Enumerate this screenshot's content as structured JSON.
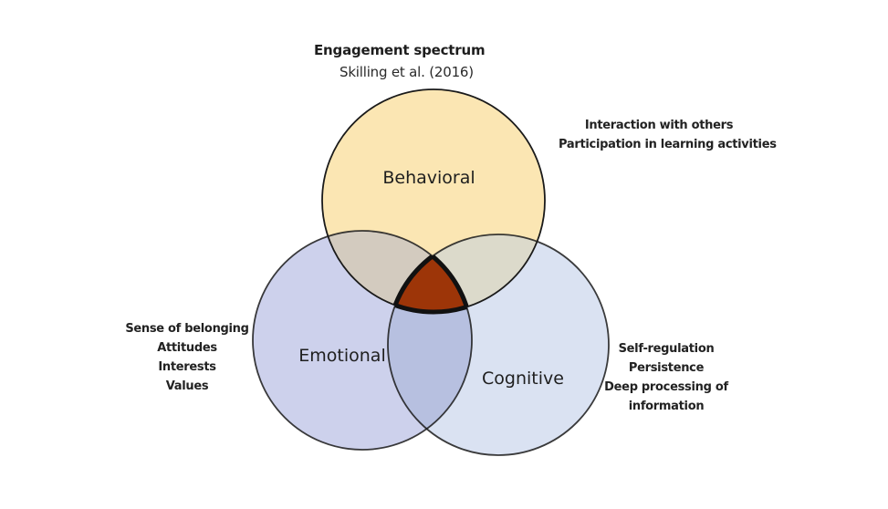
{
  "title": "Engagement spectrum",
  "subtitle": "Skilling et al. (2016)",
  "circles": {
    "behavioral": {
      "label": "Behavioral",
      "color": "#fbe6b3",
      "notes": [
        "Interaction with others",
        "Participation in learning activities"
      ]
    },
    "emotional": {
      "label": "Emotional",
      "color": "#cdd1ec",
      "notes": [
        "Sense of belonging",
        "Attitudes",
        "Interests",
        "Values"
      ]
    },
    "cognitive": {
      "label": "Cognitive",
      "color": "#dae2f2",
      "notes": [
        "Self-regulation",
        "Persistence",
        "Deep processing of",
        "information"
      ]
    }
  },
  "overlaps": {
    "behavioral_emotional_color": "#d3cbbf",
    "behavioral_cognitive_color": "#dcdacb",
    "emotional_cognitive_color": "#b7c0e0",
    "center_color": "#9d3508"
  }
}
